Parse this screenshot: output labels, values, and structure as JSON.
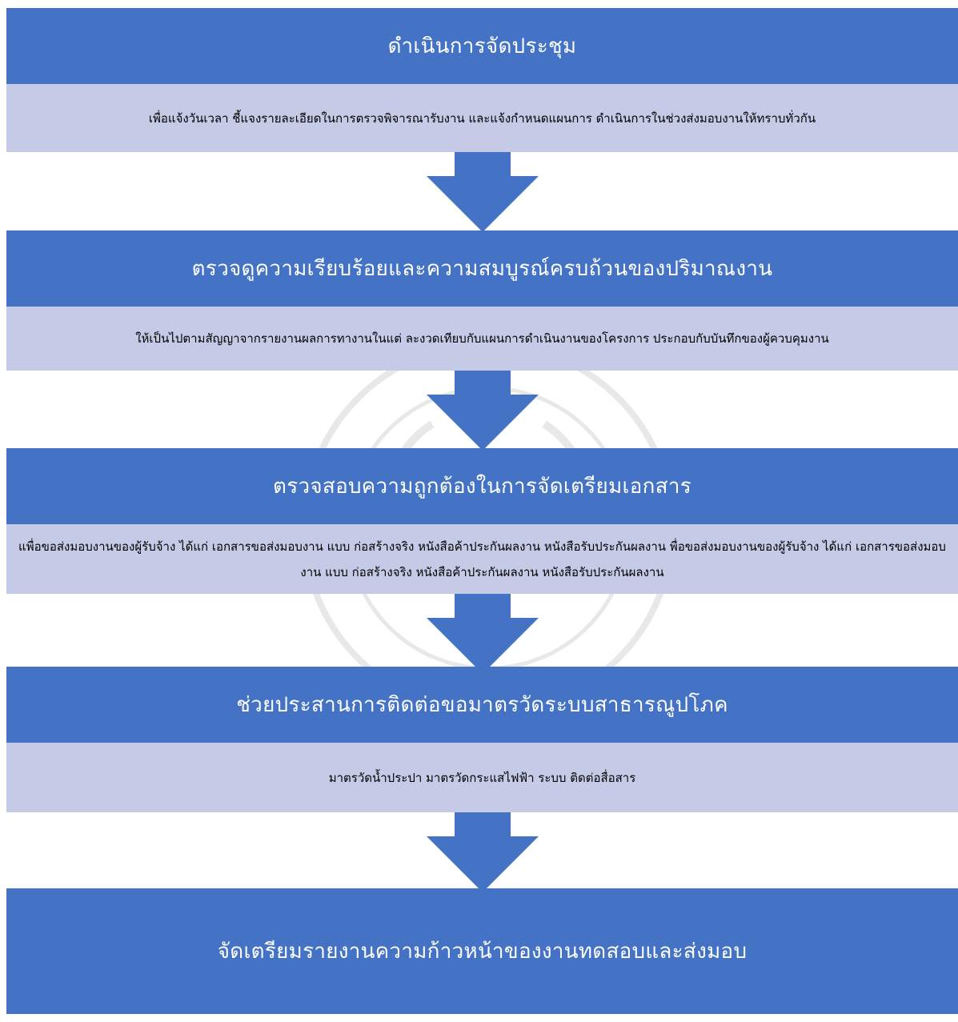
{
  "steps": [
    {
      "title": "ดำเนินการจัดประชุม",
      "description": "เพื่อแจ้งวันเวลา ชี้แจงรายละเอียดในการตรวจพิจารณารับงาน และแจ้งกำหนดแผนการ ดำเนินการในช่วงส่งมอบงานให้ทราบทั่วกัน"
    },
    {
      "title": "ตรวจดูความเรียบร้อยและความสมบูรณ์ครบถ้วนของปริมาณงาน",
      "description": "ให้เป็นไปตามสัญญาจากรายงานผลการทางานในแต่ ละงวดเทียบกับแผนการดำเนินงานของโครงการ ประกอบกับบันทึกของผู้ควบคุมงาน"
    },
    {
      "title": "ตรวจสอบความถูกต้องในการจัดเตรียมเอกสาร",
      "description": "แพื่อขอส่งมอบงานของผู้รับจ้าง ได้แก่ เอกสารขอส่งมอบงาน แบบ ก่อสร้างจริง หนังสือค้าประกันผลงาน หนังสือรับประกันผลงาน พื่อขอส่งมอบงานของผู้รับจ้าง ได้แก่ เอกสารขอส่งมอบงาน แบบ ก่อสร้างจริง หนังสือค้าประกันผลงาน หนังสือรับประกันผลงาน"
    },
    {
      "title": "ช่วยประสานการติดต่อขอมาตรวัดระบบสาธารณูปโภค",
      "description": "มาตรวัดน้ำประปา มาตรวัดกระแสไฟฟ้า ระบบ ติดต่อสื่อสาร"
    },
    {
      "title": "จัดเตรียมรายงานความก้าวหน้าของงานทดสอบและส่งมอบ"
    }
  ],
  "colors": {
    "title_bg": "#4472c4",
    "desc_bg": "#c5cbe6",
    "arrow": "#4472c4"
  }
}
